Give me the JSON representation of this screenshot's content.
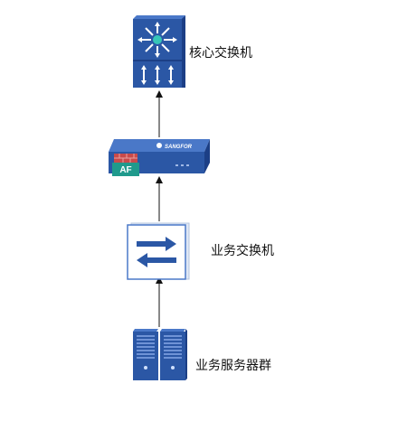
{
  "nodes": {
    "core_switch": {
      "label": "核心交换机",
      "icon": "core-switch-icon"
    },
    "firewall": {
      "brand": "SANGFOR",
      "badge": "AF",
      "icon": "firewall-appliance-icon"
    },
    "business_switch": {
      "label": "业务交换机",
      "icon": "access-switch-icon"
    },
    "server_group": {
      "label": "业务服务器群",
      "icon": "server-rack-icon"
    }
  },
  "edges": [
    {
      "from": "server_group",
      "to": "business_switch"
    },
    {
      "from": "business_switch",
      "to": "firewall"
    },
    {
      "from": "firewall",
      "to": "core_switch"
    }
  ],
  "colors": {
    "device_blue": "#2b57a5",
    "device_dark": "#1c3f86",
    "accent_teal": "#36c6b8",
    "arrow": "#111111"
  }
}
